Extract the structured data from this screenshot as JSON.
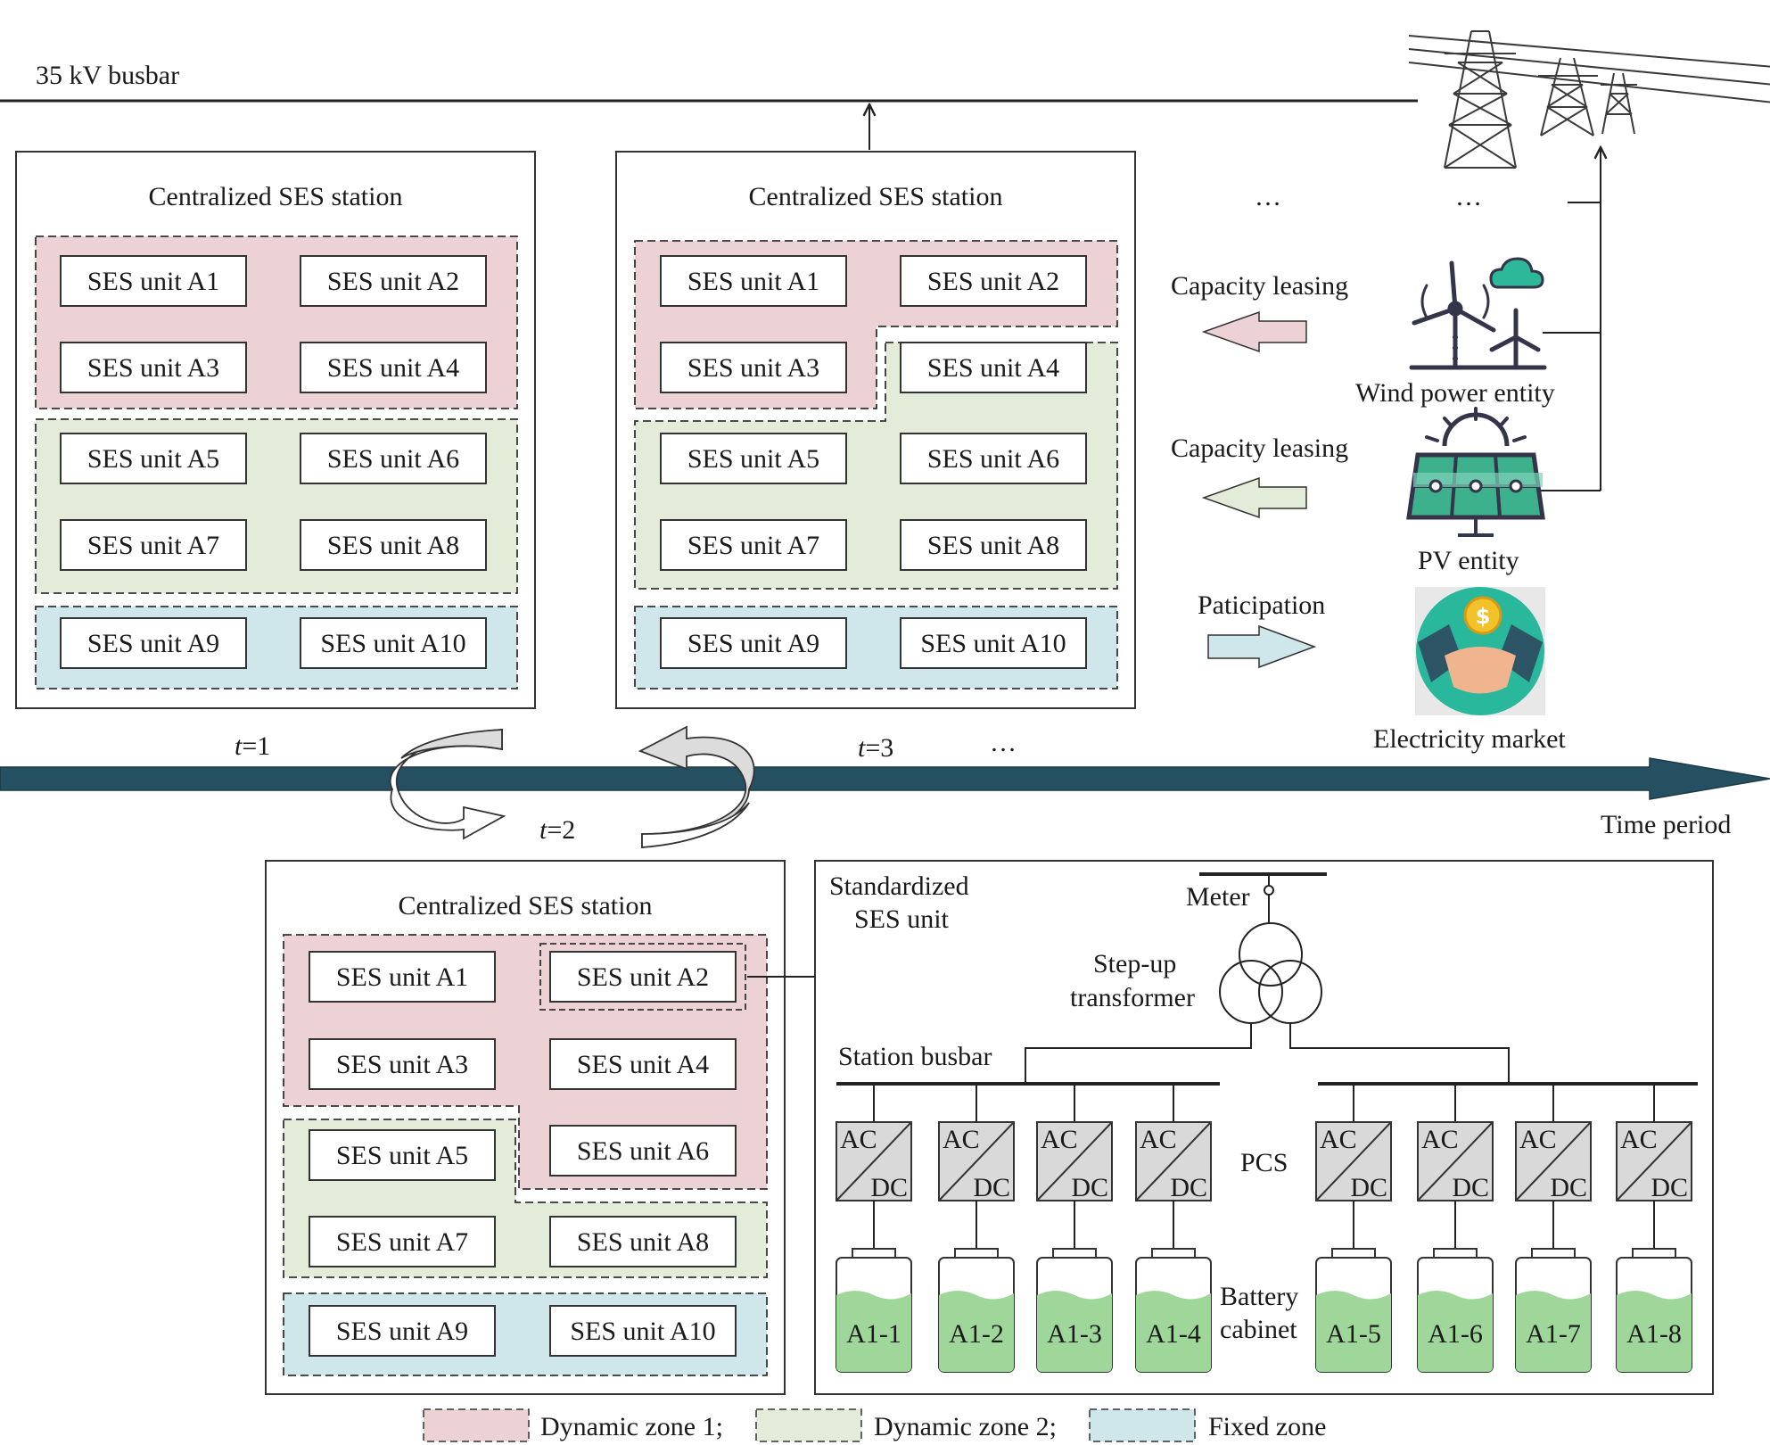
{
  "labels": {
    "busbar": "35 kV busbar",
    "station_title": "Centralized SES station",
    "ellipsis": "…",
    "capacity_leasing": "Capacity leasing",
    "wind_entity": "Wind power entity",
    "pv_entity": "PV entity",
    "participation": "Paticipation",
    "market": "Electricity market",
    "t_eq": "=",
    "t_var": "t",
    "t1": "1",
    "t2": "2",
    "t3": "3",
    "time_period": "Time period",
    "std_unit_line1": "Standardized",
    "std_unit_line2": "SES unit",
    "meter": "Meter",
    "stepup_line1": "Step-up",
    "stepup_line2": "transformer",
    "station_busbar": "Station busbar",
    "pcs": "PCS",
    "pcs_ac": "AC",
    "pcs_dc": "DC",
    "battery_line1": "Battery",
    "battery_line2": "cabinet",
    "legend_zone1": "Dynamic zone 1;",
    "legend_zone2": "Dynamic zone 2;",
    "legend_fixed": "Fixed zone",
    "market_symbol": "$"
  },
  "units": [
    "SES unit A1",
    "SES unit A2",
    "SES unit A3",
    "SES unit A4",
    "SES unit A5",
    "SES unit A6",
    "SES unit A7",
    "SES unit A8",
    "SES unit A9",
    "SES unit A10"
  ],
  "batteries": [
    "A1-1",
    "A1-2",
    "A1-3",
    "A1-4",
    "A1-5",
    "A1-6",
    "A1-7",
    "A1-8"
  ],
  "colors": {
    "zone1": "#ecd2d4",
    "zone2": "#e3ecd9",
    "fixed": "#cfe7ea",
    "timeline": "#255061",
    "battery": "#9fd79a",
    "pcs": "#d9d9d9",
    "market_green": "#29b89c",
    "market_dark": "#2e5566",
    "solar_panel": "#3db08c",
    "wind_dark": "#34344a"
  }
}
